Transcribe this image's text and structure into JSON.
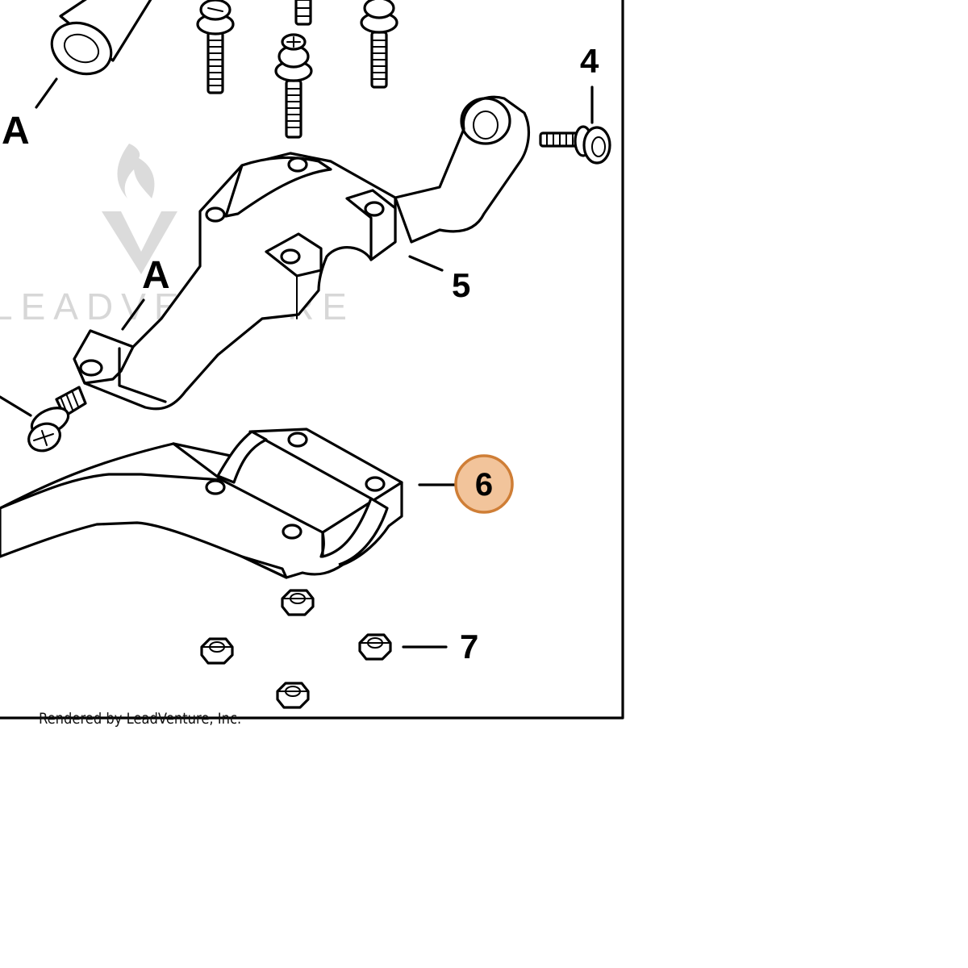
{
  "callouts": {
    "a_top": "A",
    "a_mid": "A",
    "part_4": "4",
    "part_5": "5",
    "part_6": "6",
    "part_7": "7"
  },
  "highlighted_part": "6",
  "colors": {
    "highlight_fill": "#f2c49b",
    "highlight_stroke": "#cf7e36",
    "highlight_text": "#5a2c0a",
    "watermark": "#d7d7d7",
    "frame": "#000000"
  },
  "watermark": {
    "logo": "leadventure-flame-v-logo",
    "text": "LEADVENTURE"
  },
  "footer": {
    "credit": "Rendered by LeadVenture, Inc."
  }
}
